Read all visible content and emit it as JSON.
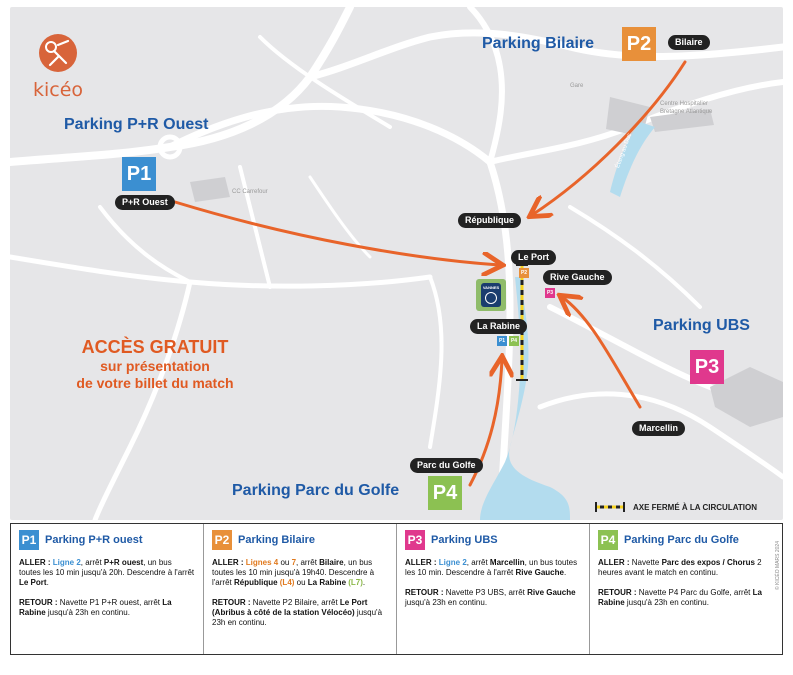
{
  "brand": {
    "name": "kicéo",
    "accent": "#d8643a"
  },
  "colors": {
    "p1": "#3b8fd1",
    "p2": "#e8903a",
    "p3": "#e0388d",
    "p4": "#8cc152",
    "title_blue": "#1f5aa6",
    "arrow": "#e8642a",
    "water": "#b3dcee"
  },
  "map": {
    "parkings": {
      "p1": {
        "title": "Parking P+R Ouest",
        "badge": "P1",
        "stop": "P+R Ouest"
      },
      "p2": {
        "title": "Parking Bilaire",
        "badge": "P2",
        "stop": "Bilaire"
      },
      "p3": {
        "title": "Parking UBS",
        "badge": "P3",
        "stop": "Marcellin"
      },
      "p4": {
        "title": "Parking Parc du Golfe",
        "badge": "P4",
        "stop": "Parc du Golfe"
      }
    },
    "stops": {
      "republique": "République",
      "le_port": "Le Port",
      "rive_gauche": "Rive Gauche",
      "la_rabine": "La Rabine"
    },
    "places": {
      "gare": "Gare",
      "hospital_line1": "Centre Hospitalier",
      "hospital_line2": "Bretagne Atlantique",
      "etang": "Étang au Duc",
      "carrefour": "CC Carrefour",
      "stadium_logo": "VANNES"
    },
    "mini_badges": {
      "p1": "P1",
      "p2": "P2",
      "p3": "P3",
      "p4": "P4"
    },
    "promo": {
      "line1": "ACCÈS GRATUIT",
      "line2": "sur présentation",
      "line3": "de votre billet du match"
    },
    "legend": "AXE FERMÉ À LA CIRCULATION"
  },
  "panel": [
    {
      "badge": "P1",
      "title": "Parking P+R ouest",
      "aller_label": "ALLER : ",
      "aller_line": "Ligne 2",
      "aller_mid": ", arrêt ",
      "aller_stop": "P+R ouest",
      "aller_rest": ", un bus toutes les 10 min jusqu'à 20h. Descendre à l'arrêt ",
      "aller_dest": "Le Port",
      "aller_end": ".",
      "retour_label": "RETOUR : ",
      "retour_text": "Navette P1 P+R ouest, arrêt ",
      "retour_stop": "La Rabine",
      "retour_end": " jusqu'à 23h en continu."
    },
    {
      "badge": "P2",
      "title": "Parking Bilaire",
      "aller_label": "ALLER : ",
      "aller_line": "Lignes 4",
      "aller_or": " ou ",
      "aller_line2": "7",
      "aller_mid": ", arrêt ",
      "aller_stop": "Bilaire",
      "aller_rest": ", un bus toutes les 10 min jusqu'à 19h40. Descendre à l'arrêt ",
      "aller_dest": "République",
      "aller_dest_line": " (L4)",
      "aller_or2": " ou ",
      "aller_dest2": "La Rabine",
      "aller_dest2_line": " (L7)",
      "aller_end": ".",
      "retour_label": "RETOUR : ",
      "retour_text": "Navette P2 Bilaire, arrêt ",
      "retour_stop": "Le Port",
      "retour_note": "(Abribus à côté de la station Vélocéo)",
      "retour_end": " jusqu'à 23h en continu."
    },
    {
      "badge": "P3",
      "title": "Parking UBS",
      "aller_label": "ALLER : ",
      "aller_line": "Ligne 2",
      "aller_mid": ", arrêt ",
      "aller_stop": "Marcellin",
      "aller_rest": ", un bus toutes les 10 min. Descendre à l'arrêt ",
      "aller_dest": "Rive Gauche",
      "aller_end": ".",
      "retour_label": "RETOUR : ",
      "retour_text": "Navette P3 UBS, arrêt ",
      "retour_stop": "Rive Gauche",
      "retour_end": " jusqu'à 23h en continu."
    },
    {
      "badge": "P4",
      "title": "Parking Parc du Golfe",
      "aller_label": "ALLER : ",
      "aller_text": "Navette ",
      "aller_stop": "Parc des expos / Chorus",
      "aller_rest": " 2 heures avant le match en continu.",
      "retour_label": "RETOUR : ",
      "retour_text": "Navette P4 Parc du Golfe, arrêt ",
      "retour_stop": "La Rabine",
      "retour_end": " jusqu'à 23h en continu."
    }
  ],
  "copyright": "© KICÉO MARS 2024"
}
